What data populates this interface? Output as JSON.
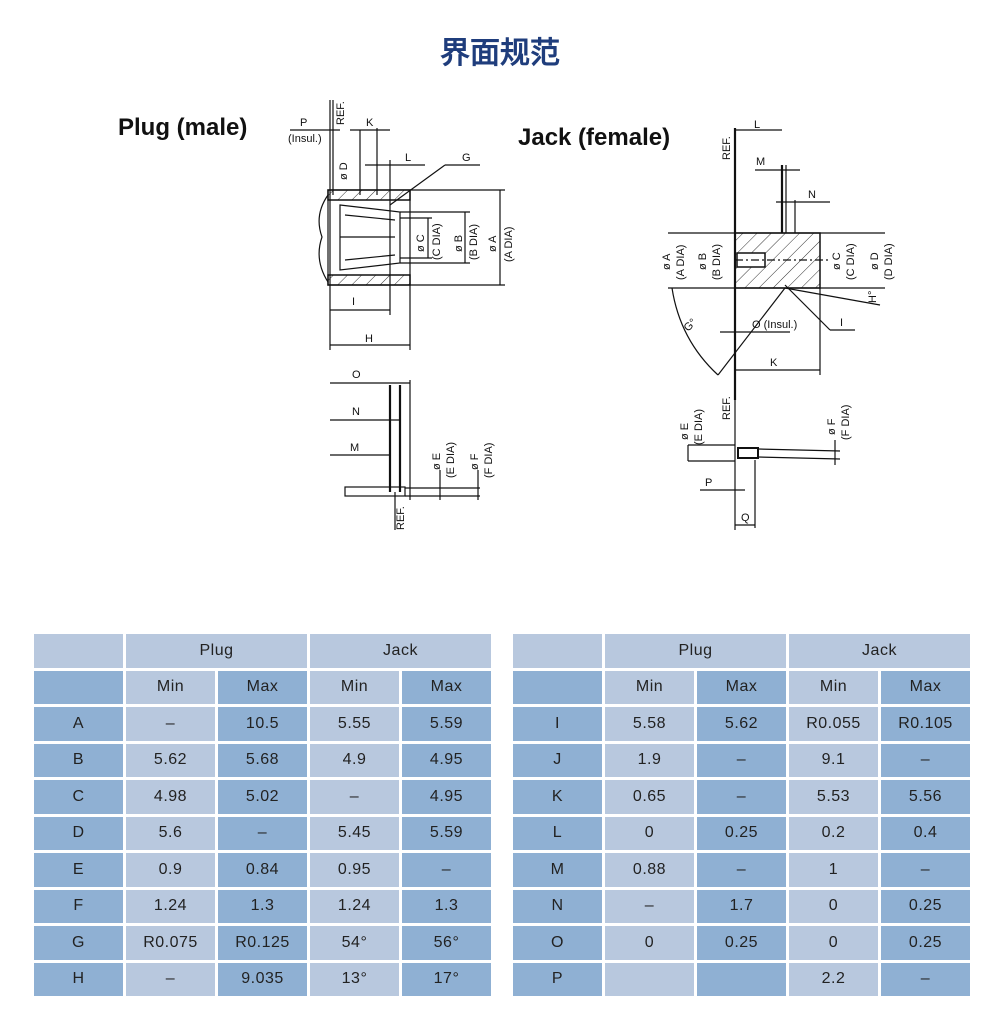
{
  "title": "界面规范",
  "drawings": {
    "plug_title": "Plug (male)",
    "jack_title": "Jack (female)",
    "plug_labels": {
      "P": "P",
      "insul": "(Insul.)",
      "ref": "REF.",
      "K": "K",
      "L": "L",
      "G": "G",
      "D": "ø D",
      "C": "ø C",
      "C_dia": "(C DIA)",
      "B": "ø B",
      "B_dia": "(B DIA)",
      "A": "ø A",
      "A_dia": "(A DIA)",
      "I": "I",
      "H": "H",
      "O": "O",
      "N": "N",
      "M": "M",
      "E": "ø E",
      "E_dia": "(E DIA)",
      "F": "ø F",
      "F_dia": "(F DIA)",
      "ref2": "REF."
    },
    "jack_labels": {
      "L": "L",
      "ref": "REF.",
      "M": "M",
      "N": "N",
      "A": "ø A",
      "A_dia": "(A DIA)",
      "B": "ø B",
      "B_dia": "(B DIA)",
      "C": "ø C",
      "C_dia": "(C DIA)",
      "D": "ø D",
      "D_dia": "(D DIA)",
      "H": "H°",
      "G": "G°",
      "O": "O (Insul.)",
      "I": "I",
      "K": "K",
      "E": "ø E",
      "E_dia": "(E DIA)",
      "ref2": "REF.",
      "F": "ø F",
      "F_dia": "(F DIA)",
      "P": "P",
      "Q": "Q"
    }
  },
  "tables": [
    {
      "groups": [
        "Plug",
        "Jack"
      ],
      "sub": [
        "Min",
        "Max",
        "Min",
        "Max"
      ],
      "rows": [
        {
          "dim": "A",
          "v": [
            "–",
            "10.5",
            "5.55",
            "5.59"
          ]
        },
        {
          "dim": "B",
          "v": [
            "5.62",
            "5.68",
            "4.9",
            "4.95"
          ]
        },
        {
          "dim": "C",
          "v": [
            "4.98",
            "5.02",
            "–",
            "4.95"
          ]
        },
        {
          "dim": "D",
          "v": [
            "5.6",
            "–",
            "5.45",
            "5.59"
          ]
        },
        {
          "dim": "E",
          "v": [
            "0.9",
            "0.84",
            "0.95",
            "–"
          ]
        },
        {
          "dim": "F",
          "v": [
            "1.24",
            "1.3",
            "1.24",
            "1.3"
          ]
        },
        {
          "dim": "G",
          "v": [
            "R0.075",
            "R0.125",
            "54°",
            "56°"
          ]
        },
        {
          "dim": "H",
          "v": [
            "–",
            "9.035",
            "13°",
            "17°"
          ]
        }
      ]
    },
    {
      "groups": [
        "Plug",
        "Jack"
      ],
      "sub": [
        "Min",
        "Max",
        "Min",
        "Max"
      ],
      "rows": [
        {
          "dim": "I",
          "v": [
            "5.58",
            "5.62",
            "R0.055",
            "R0.105"
          ]
        },
        {
          "dim": "J",
          "v": [
            "1.9",
            "–",
            "9.1",
            "–"
          ]
        },
        {
          "dim": "K",
          "v": [
            "0.65",
            "–",
            "5.53",
            "5.56"
          ]
        },
        {
          "dim": "L",
          "v": [
            "0",
            "0.25",
            "0.2",
            "0.4"
          ]
        },
        {
          "dim": "M",
          "v": [
            "0.88",
            "–",
            "1",
            "–"
          ]
        },
        {
          "dim": "N",
          "v": [
            "–",
            "1.7",
            "0",
            "0.25"
          ]
        },
        {
          "dim": "O",
          "v": [
            "0",
            "0.25",
            "0",
            "0.25"
          ]
        },
        {
          "dim": "P",
          "v": [
            "",
            "",
            "2.2",
            "–"
          ]
        }
      ]
    }
  ]
}
